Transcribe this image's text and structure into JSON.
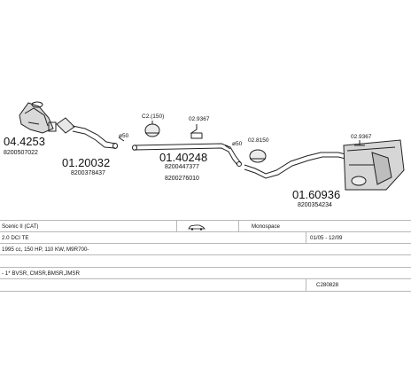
{
  "parts": [
    {
      "number": "04.4253",
      "code": "8200507022"
    },
    {
      "number": "01.20032",
      "code": "8200378437"
    },
    {
      "number": "01.40248",
      "code": "8200447377",
      "code2": "8200276010"
    },
    {
      "number": "01.60936",
      "code": "8200354234"
    }
  ],
  "accessories": {
    "clamp_a": "C2.(150)",
    "hanger_a": "02.9367",
    "clamp_b": "02.8150",
    "hanger_b": "02.9367",
    "dia_a": "ø50",
    "dia_b": "ø50"
  },
  "info": {
    "model": "Scenic II (CAT)",
    "body": "Monospace",
    "engine": "2.0 DCI TE",
    "dates": "01/05 - 12/09",
    "specs": "1995 cc, 150 HP, 110 KW, M9R700-",
    "codes": "- 1* BVSR, CMSR,BMSR,JMSR",
    "catalog_no": "C280828"
  }
}
